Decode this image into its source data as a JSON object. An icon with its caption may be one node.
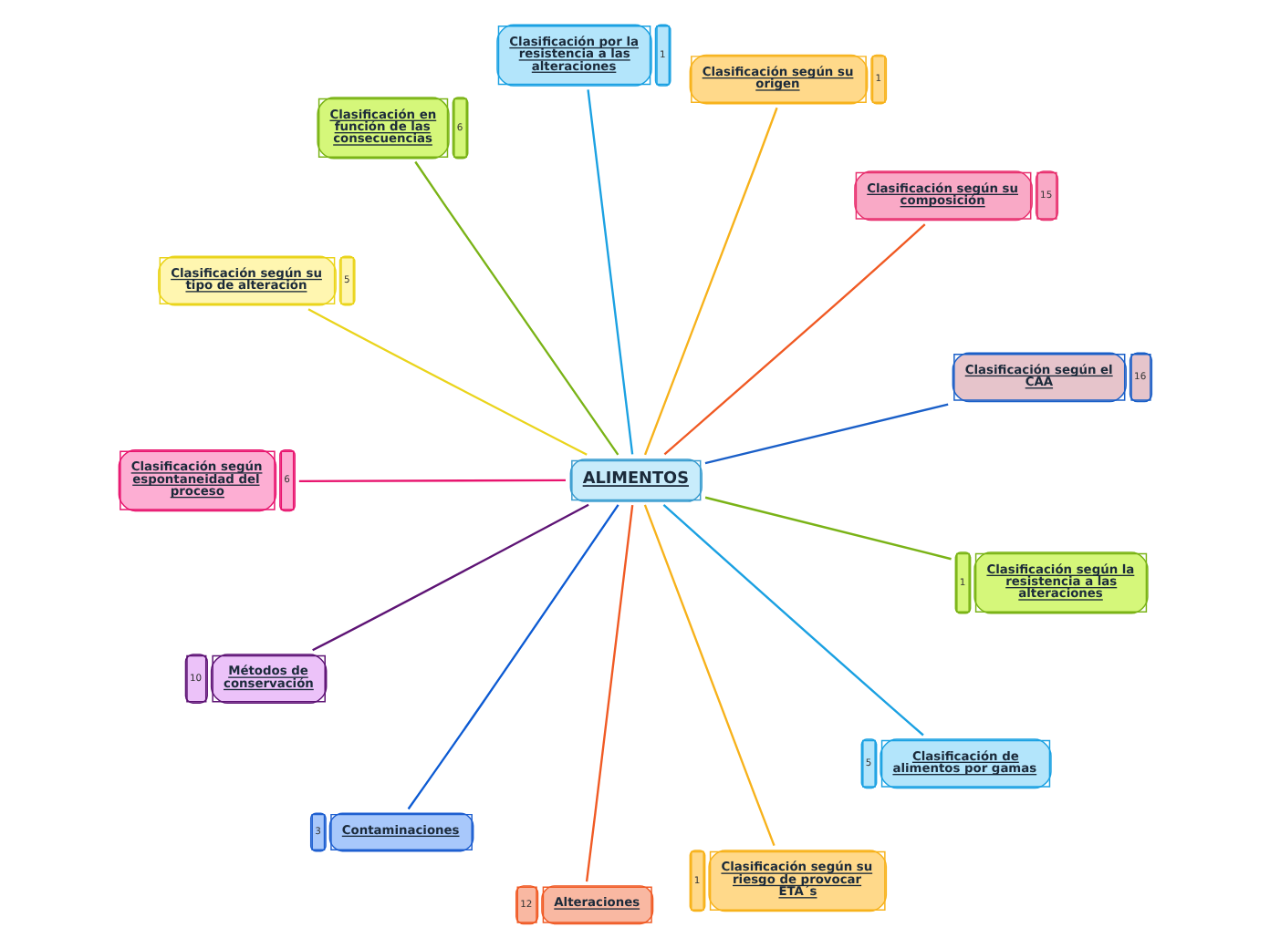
{
  "diagram": {
    "nodes": [
      {
        "text": [
          "ALIMENTOS"
        ]
      },
      {
        "text": [
          "Clasificación según el CAA"
        ],
        "beside": [
          "16"
        ]
      },
      {
        "text": [
          "Clasificación según su composición"
        ],
        "beside": [
          "15"
        ]
      },
      {
        "text": [
          "Clasificación según su origen"
        ],
        "beside": [
          "1"
        ]
      },
      {
        "text": [
          "Clasificación por la resistencia a las alteraciones"
        ],
        "beside": [
          "1"
        ]
      },
      {
        "text": [
          "Clasificación en función de las consecuencias"
        ],
        "beside": [
          "6"
        ]
      },
      {
        "text": [
          "Clasificación según su tipo de alteración"
        ],
        "beside": [
          "5"
        ]
      },
      {
        "text": [
          "Clasificación según espontaneidad del proceso"
        ],
        "beside": [
          "6"
        ]
      },
      {
        "text": [
          "Métodos de conservación"
        ],
        "beside": [
          "10"
        ]
      },
      {
        "text": [
          "Contaminaciones"
        ],
        "beside": [
          "3"
        ]
      },
      {
        "text": [
          "Alteraciones"
        ],
        "beside": [
          "12"
        ]
      },
      {
        "text": [
          "Clasificación según su riesgo de provocar ETA´s"
        ],
        "beside": [
          "1"
        ]
      },
      {
        "text": [
          "Clasificación de alimentos por gamas"
        ],
        "beside": [
          "5"
        ]
      },
      {
        "text": [
          "Clasificación según la resistencia a las alteraciones"
        ],
        "beside": [
          "1"
        ]
      }
    ],
    "edges": [
      {
        "from": 0,
        "to": 1,
        "arrow": "none",
        "color": "#1a5fc8"
      },
      {
        "from": 0,
        "to": 2,
        "arrow": "none",
        "color": "#f05a24"
      },
      {
        "from": 0,
        "to": 3,
        "arrow": "none",
        "color": "#f7b21b"
      },
      {
        "from": 0,
        "to": 4,
        "arrow": "none",
        "color": "#1ba1e2"
      },
      {
        "from": 0,
        "to": 5,
        "arrow": "none",
        "color": "#7ab317"
      },
      {
        "from": 0,
        "to": 6,
        "arrow": "none",
        "color": "#ead41c"
      },
      {
        "from": 0,
        "to": 7,
        "arrow": "none",
        "color": "#e8146e"
      },
      {
        "from": 0,
        "to": 8,
        "arrow": "none",
        "color": "#5e1475"
      },
      {
        "from": 0,
        "to": 9,
        "arrow": "none",
        "color": "#0d5bd3"
      },
      {
        "from": 0,
        "to": 10,
        "arrow": "none",
        "color": "#f05a24"
      },
      {
        "from": 0,
        "to": 11,
        "arrow": "none",
        "color": "#f7b21b"
      },
      {
        "from": 0,
        "to": 12,
        "arrow": "none",
        "color": "#1ba1e2"
      },
      {
        "from": 0,
        "to": 13,
        "arrow": "none",
        "color": "#7ab317"
      }
    ]
  }
}
